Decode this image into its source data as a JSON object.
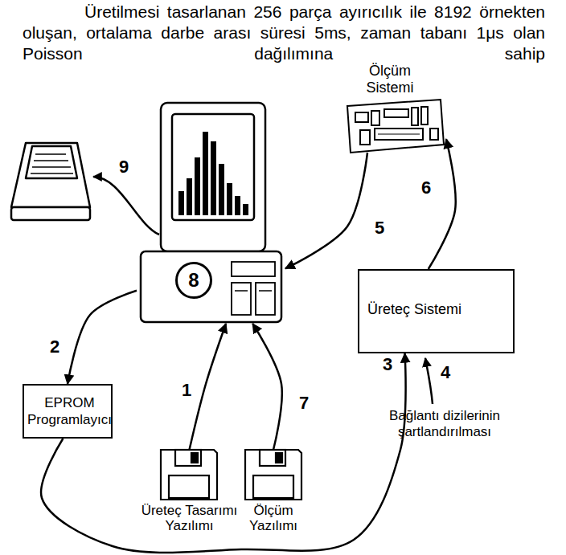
{
  "diagram": {
    "nodes": [
      {
        "text": [
          "Ölçüm Sistemi"
        ]
      },
      {
        "text": [
          "Üreteç Sistemi"
        ]
      },
      {
        "text": [
          "EPROM Programlayıcı"
        ]
      },
      {
        "text": [
          "8"
        ]
      },
      {
        "text": [
          "Üreteç Tasarımı Yazılımı"
        ]
      },
      {
        "text": [
          "Ölçüm Yazılımı"
        ]
      }
    ],
    "edges": [
      {
        "from": 4,
        "to": 3,
        "label": "1",
        "arrow": "to"
      },
      {
        "from": 3,
        "to": 2,
        "label": "2",
        "arrow": "to"
      },
      {
        "from": 2,
        "to": 1,
        "label": "3",
        "arrow": "to"
      },
      {
        "from": 0,
        "to": 3,
        "label": "5",
        "arrow": "to"
      },
      {
        "from": 1,
        "to": 0,
        "label": "6",
        "arrow": "to"
      },
      {
        "from": 5,
        "to": 3,
        "label": "7",
        "arrow": "to"
      }
    ],
    "labels": [
      "Üretilmesi tasarlanan 256 parça ayırıcılık ile 8192 örnekten oluşan, ortalama darbe arası süresi 5ms, zaman tabanı 1μs olan Poisson dağılımına sahip",
      "9",
      "4",
      "Bağlantı dizilerinin şartlandırılması"
    ]
  }
}
